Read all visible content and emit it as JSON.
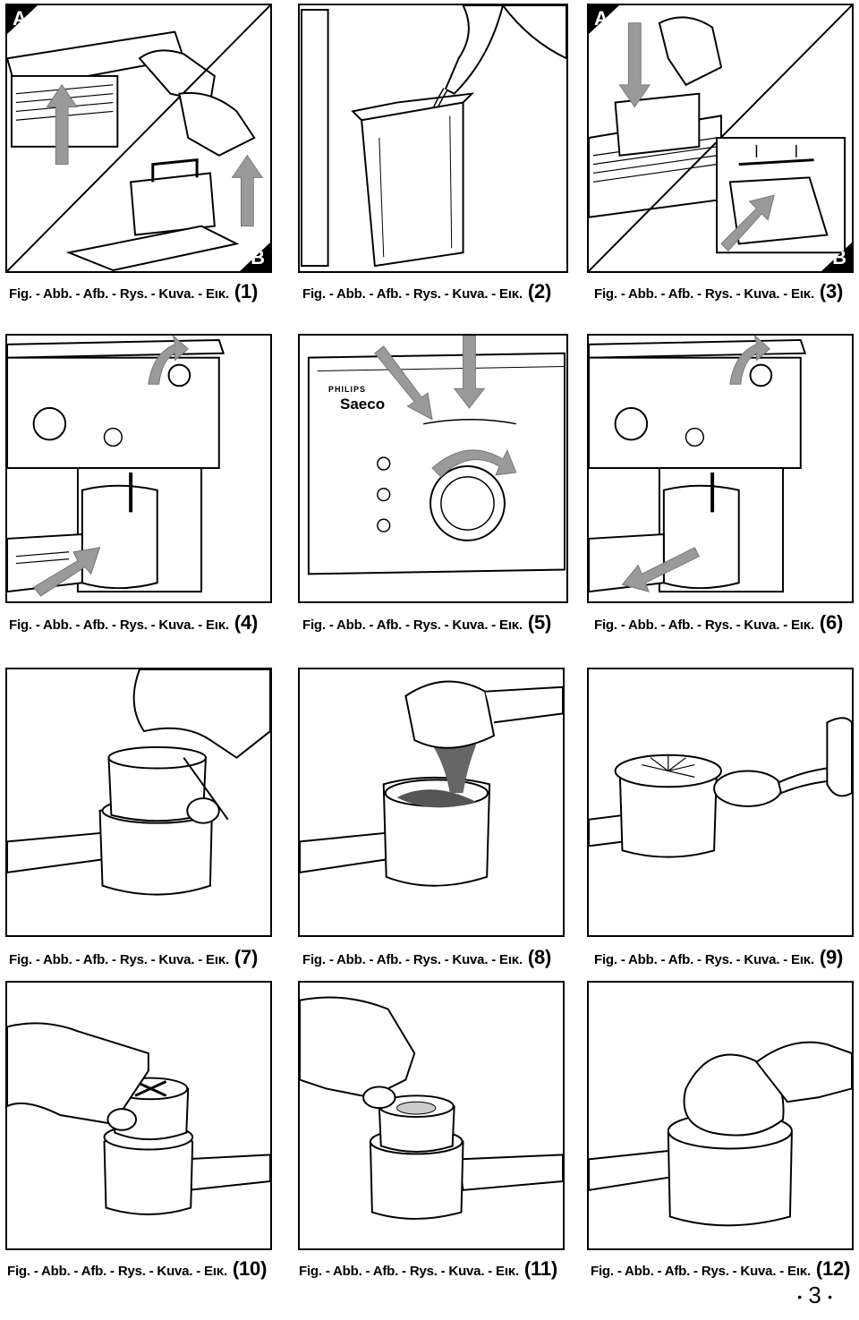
{
  "caption_prefix": "Fig. - Abb. - Afb. - Rys. - Kuva. - Εικ.",
  "figures": [
    {
      "num": "(1)",
      "corner_a": "A",
      "corner_b": "B"
    },
    {
      "num": "(2)"
    },
    {
      "num": "(3)",
      "corner_a": "A",
      "corner_b": "B"
    },
    {
      "num": "(4)"
    },
    {
      "num": "(5)",
      "brand_top": "PHILIPS",
      "brand": "Saeco"
    },
    {
      "num": "(6)"
    },
    {
      "num": "(7)"
    },
    {
      "num": "(8)"
    },
    {
      "num": "(9)"
    },
    {
      "num": "(10)"
    },
    {
      "num": "(11)"
    },
    {
      "num": "(12)"
    }
  ],
  "page_number": "3",
  "colors": {
    "arrow": "#9a9a9a",
    "line": "#000000"
  }
}
